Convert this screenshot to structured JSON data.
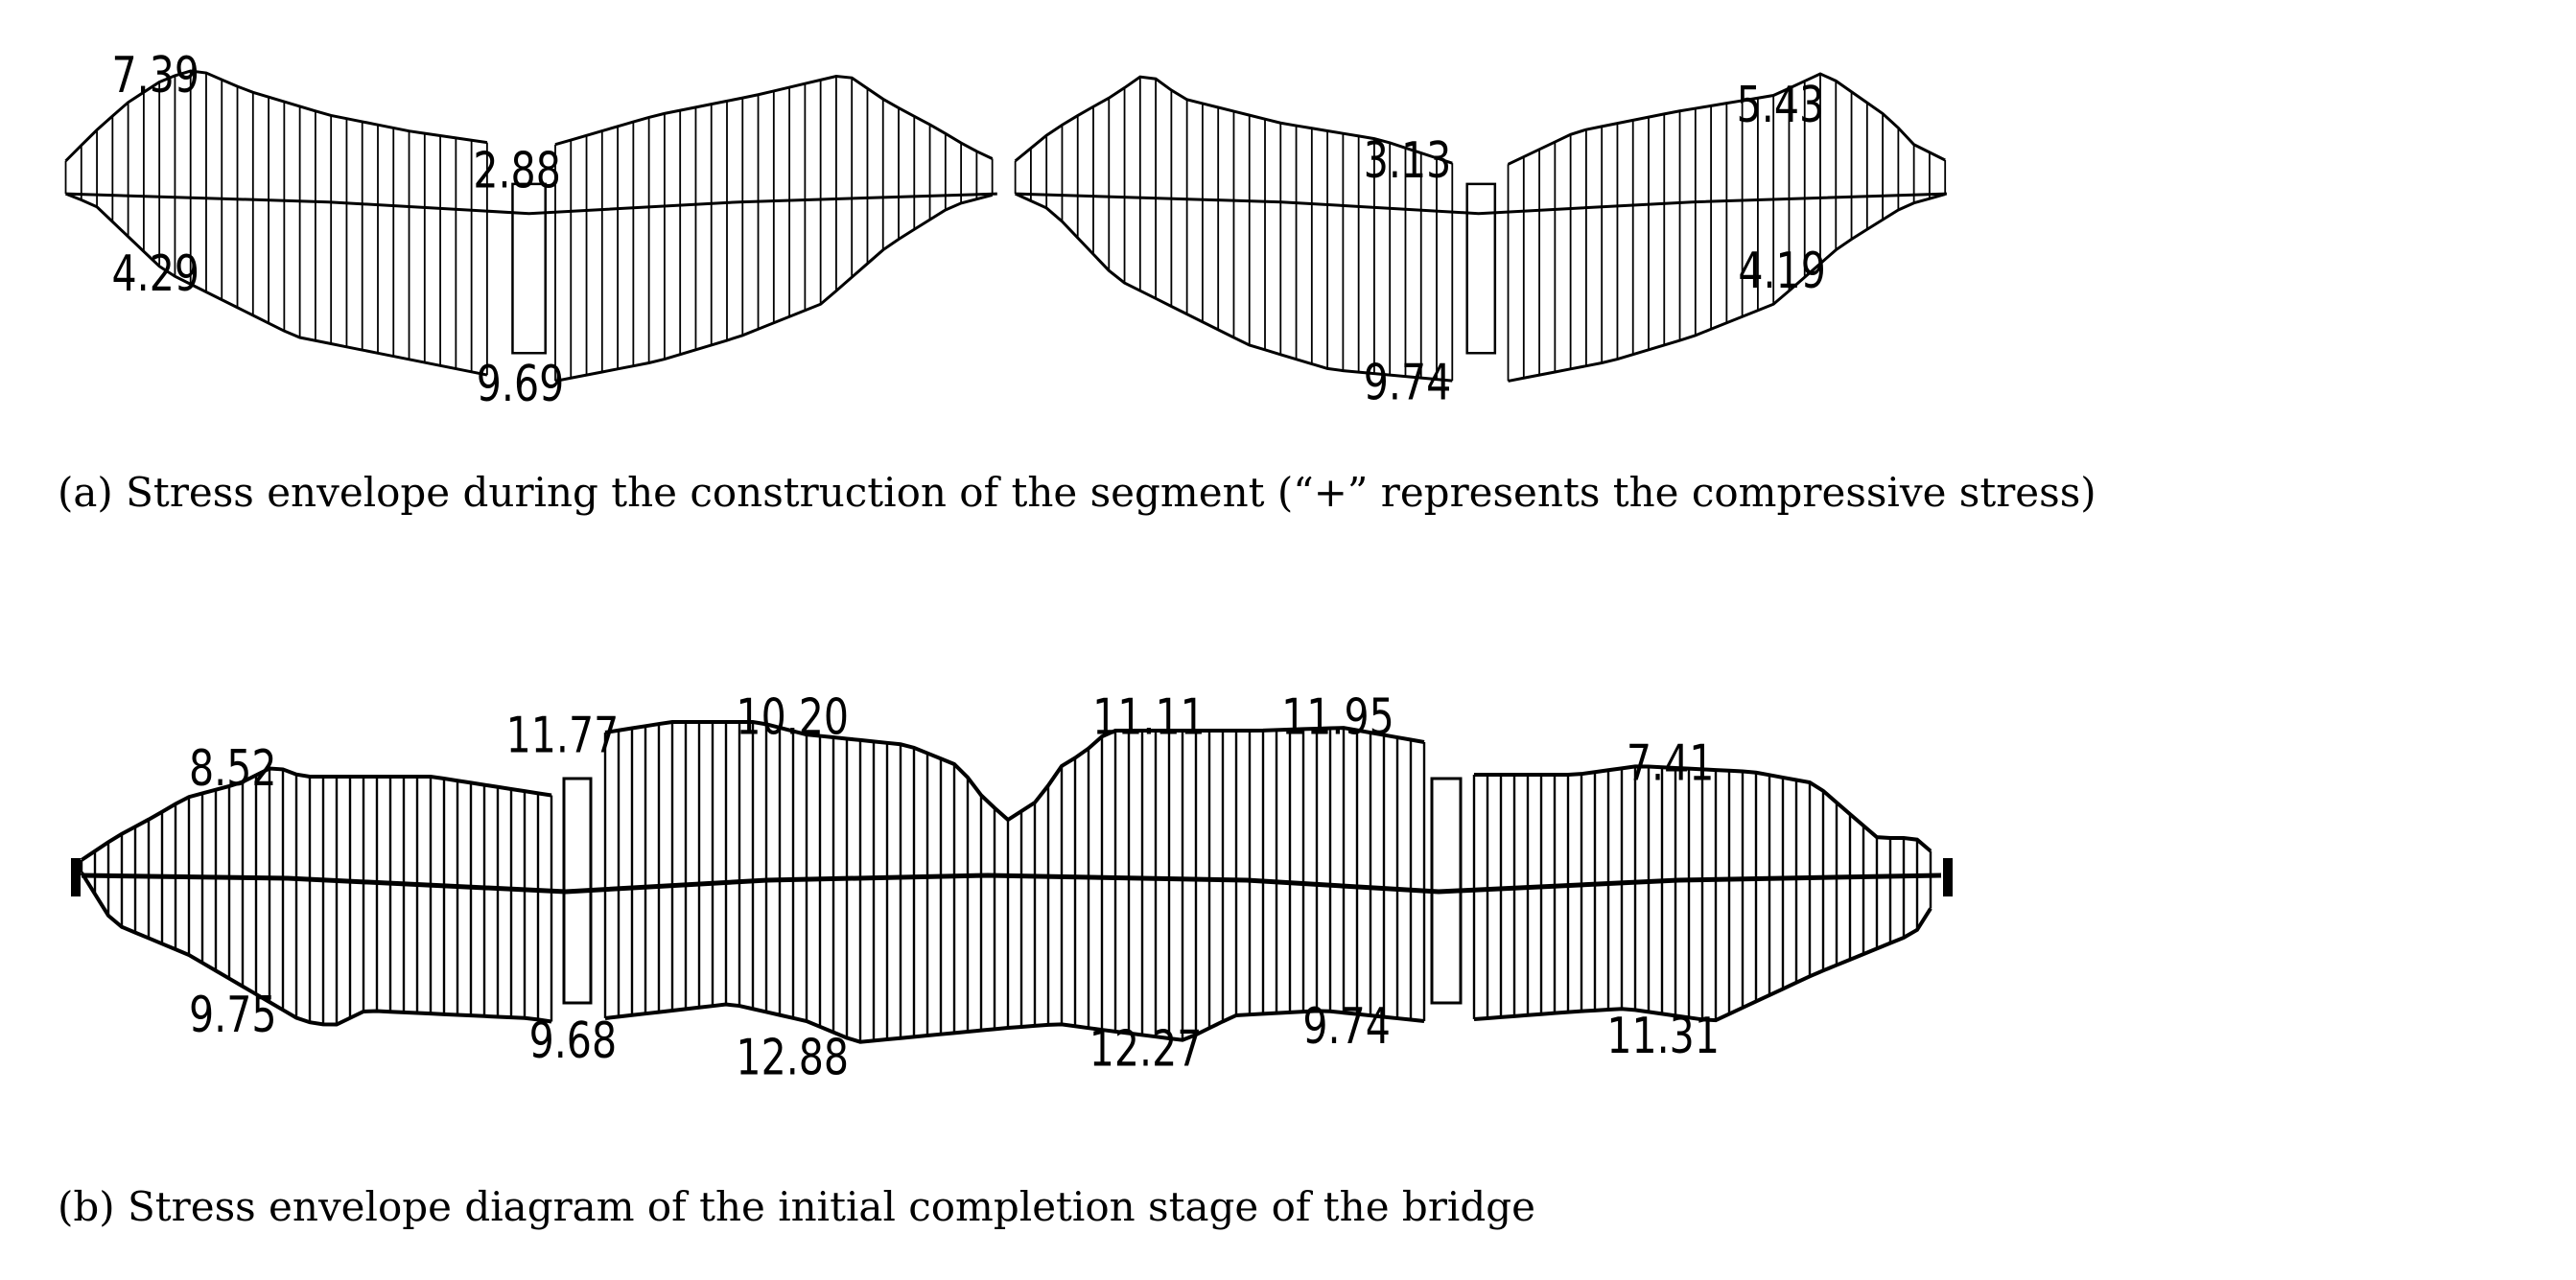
{
  "figure_a": {
    "caption": "(a) Stress envelope during the construction of the segment (“+” represents the compressive stress)",
    "labels": [
      "7.39",
      "2.88",
      "4.29",
      "9.69",
      "3.13",
      "9.74",
      "5.43",
      "4.19"
    ]
  },
  "figure_b": {
    "caption": "(b) Stress envelope diagram of the initial completion stage of the bridge",
    "labels_top": [
      "8.52",
      "11.77",
      "10.20",
      "11.11",
      "11.95",
      "7.41"
    ],
    "labels_bottom": [
      "9.75",
      "9.68",
      "12.88",
      "12.27",
      "9.74",
      "11.31"
    ]
  }
}
